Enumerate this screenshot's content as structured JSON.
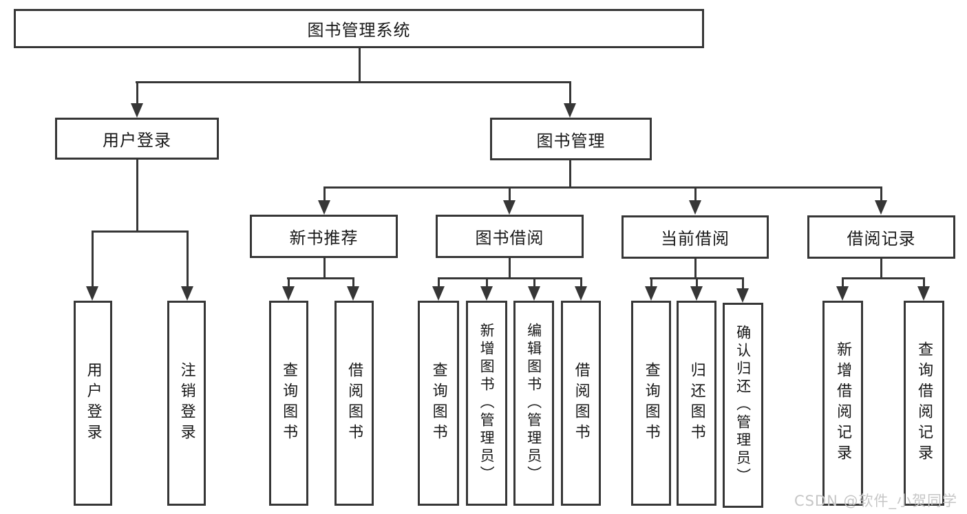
{
  "diagram": {
    "tree": {
      "label": "图书管理系统",
      "children": [
        {
          "label": "用户登录",
          "children": [
            {
              "label": "用户登录"
            },
            {
              "label": "注销登录"
            }
          ]
        },
        {
          "label": "图书管理",
          "children": [
            {
              "label": "新书推荐",
              "children": [
                {
                  "label": "查询图书"
                },
                {
                  "label": "借阅图书"
                }
              ]
            },
            {
              "label": "图书借阅",
              "children": [
                {
                  "label": "查询图书"
                },
                {
                  "label": "新增图书（管理员）"
                },
                {
                  "label": "编辑图书（管理员）"
                },
                {
                  "label": "借阅图书"
                }
              ]
            },
            {
              "label": "当前借阅",
              "children": [
                {
                  "label": "查询图书"
                },
                {
                  "label": "归还图书"
                },
                {
                  "label": "确认归还（管理员）"
                }
              ]
            },
            {
              "label": "借阅记录",
              "children": [
                {
                  "label": "新增借阅记录"
                },
                {
                  "label": "查询借阅记录"
                }
              ]
            }
          ]
        }
      ]
    },
    "watermark": "CSDN @软件_小贺同学",
    "colors": {
      "line": "#363636",
      "text": "#171717",
      "watermark": "#c6c6c6",
      "background": "#ffffff"
    }
  }
}
